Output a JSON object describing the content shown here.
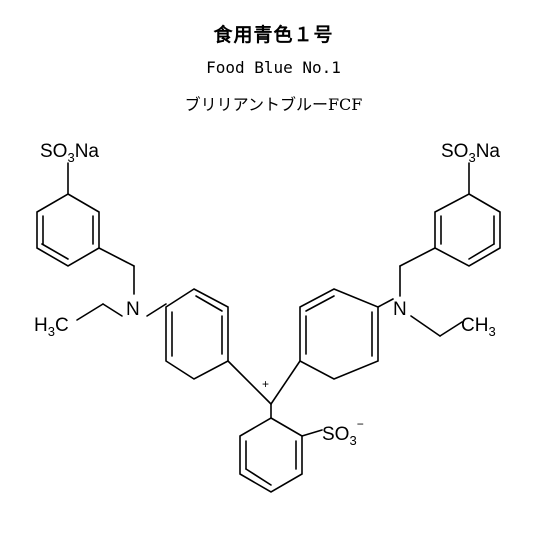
{
  "title_ja": "食用青色１号",
  "title_en": "Food Blue No.1",
  "title_alt": "ブリリアントブルーFCF",
  "structure": {
    "sulfonate_left": {
      "pre": "SO",
      "sub": "3",
      "post": "Na"
    },
    "sulfonate_right": {
      "pre": "SO",
      "sub": "3",
      "post": "Na"
    },
    "ethyl_left": {
      "pre": "H",
      "sub": "3",
      "post": "C"
    },
    "ethyl_right": {
      "pre": "CH",
      "sub": "3"
    },
    "nitrogen_left": "N",
    "nitrogen_right": "N",
    "charge": "+",
    "sulfonate_bottom": {
      "pre": "SO",
      "sub": "3",
      "sup": "−"
    }
  }
}
